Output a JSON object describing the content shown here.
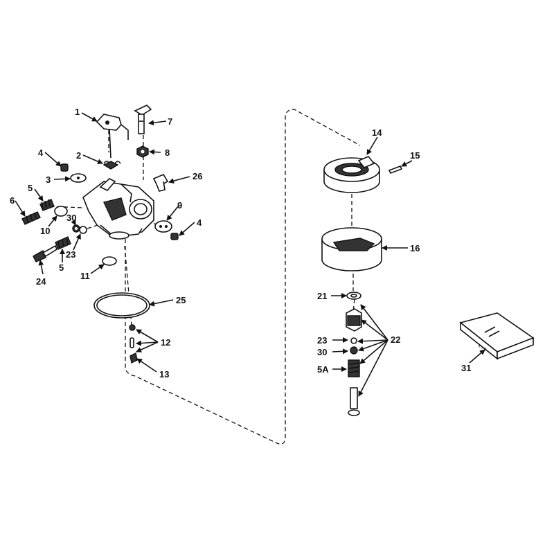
{
  "callouts": [
    {
      "id": "c1",
      "text": "1"
    },
    {
      "id": "c7",
      "text": "7"
    },
    {
      "id": "c4a",
      "text": "4"
    },
    {
      "id": "c2",
      "text": "2"
    },
    {
      "id": "c8",
      "text": "8"
    },
    {
      "id": "c3",
      "text": "3"
    },
    {
      "id": "c26",
      "text": "26"
    },
    {
      "id": "c5a",
      "text": "5"
    },
    {
      "id": "c6",
      "text": "6"
    },
    {
      "id": "c9",
      "text": "9"
    },
    {
      "id": "c4b",
      "text": "4"
    },
    {
      "id": "c10",
      "text": "10"
    },
    {
      "id": "c30a",
      "text": "30"
    },
    {
      "id": "c23a",
      "text": "23"
    },
    {
      "id": "c5b",
      "text": "5"
    },
    {
      "id": "c24",
      "text": "24"
    },
    {
      "id": "c11",
      "text": "11"
    },
    {
      "id": "c25",
      "text": "25"
    },
    {
      "id": "c12",
      "text": "12"
    },
    {
      "id": "c13",
      "text": "13"
    },
    {
      "id": "c14",
      "text": "14"
    },
    {
      "id": "c15",
      "text": "15"
    },
    {
      "id": "c16",
      "text": "16"
    },
    {
      "id": "c21",
      "text": "21"
    },
    {
      "id": "c22",
      "text": "22"
    },
    {
      "id": "c23b",
      "text": "23"
    },
    {
      "id": "c30b",
      "text": "30"
    },
    {
      "id": "c5A",
      "text": "5A"
    },
    {
      "id": "c31",
      "text": "31"
    }
  ]
}
